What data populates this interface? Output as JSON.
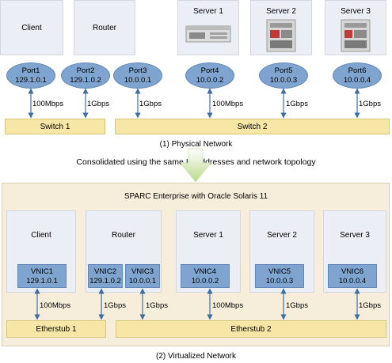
{
  "physical": {
    "hosts": [
      {
        "name": "Client"
      },
      {
        "name": "Router"
      },
      {
        "name": "Server 1"
      },
      {
        "name": "Server 2"
      },
      {
        "name": "Server 3"
      }
    ],
    "ports": [
      {
        "name": "Port1",
        "ip": "129.1.0.1"
      },
      {
        "name": "Port2",
        "ip": "129.1.0.2"
      },
      {
        "name": "Port3",
        "ip": "10.0.0.1"
      },
      {
        "name": "Port4",
        "ip": "10.0.0.2"
      },
      {
        "name": "Port5",
        "ip": "10.0.0.3"
      },
      {
        "name": "Port6",
        "ip": "10.0.0.4"
      }
    ],
    "speeds": [
      "100Mbps",
      "1Gbps",
      "1Gbps",
      "100Mbps",
      "1Gbps",
      "1Gbps"
    ],
    "switches": [
      "Switch 1",
      "Switch 2"
    ],
    "caption": "(1) Physical Network"
  },
  "transition_text": "Consolidated using the same IP addresses and network topology",
  "virtual": {
    "title": "SPARC Enterprise with Oracle Solaris 11",
    "zones": [
      {
        "name": "Client"
      },
      {
        "name": "Router"
      },
      {
        "name": "Server 1"
      },
      {
        "name": "Server 2"
      },
      {
        "name": "Server 3"
      }
    ],
    "vnics": [
      {
        "name": "VNIC1",
        "ip": "129.1.0.1"
      },
      {
        "name": "VNIC2",
        "ip": "129.1.0.2"
      },
      {
        "name": "VNIC3",
        "ip": "10.0.0.1"
      },
      {
        "name": "VNIC4",
        "ip": "10.0.0.2"
      },
      {
        "name": "VNIC5",
        "ip": "10.0.0.3"
      },
      {
        "name": "VNIC6",
        "ip": "10.0.0.4"
      }
    ],
    "speeds": [
      "100Mbps",
      "1Gbps",
      "1Gbps",
      "100Mbps",
      "1Gbps",
      "1Gbps"
    ],
    "etherstubs": [
      "Etherstub 1",
      "Etherstub 2"
    ],
    "caption": "(2) Virtualized Network"
  },
  "colors": {
    "host_box": "#ebeef4",
    "port": "#7ea4cf",
    "switch": "#f6e7a6",
    "chassis": "#f6eedb",
    "arrow": "#3f6fa0"
  }
}
